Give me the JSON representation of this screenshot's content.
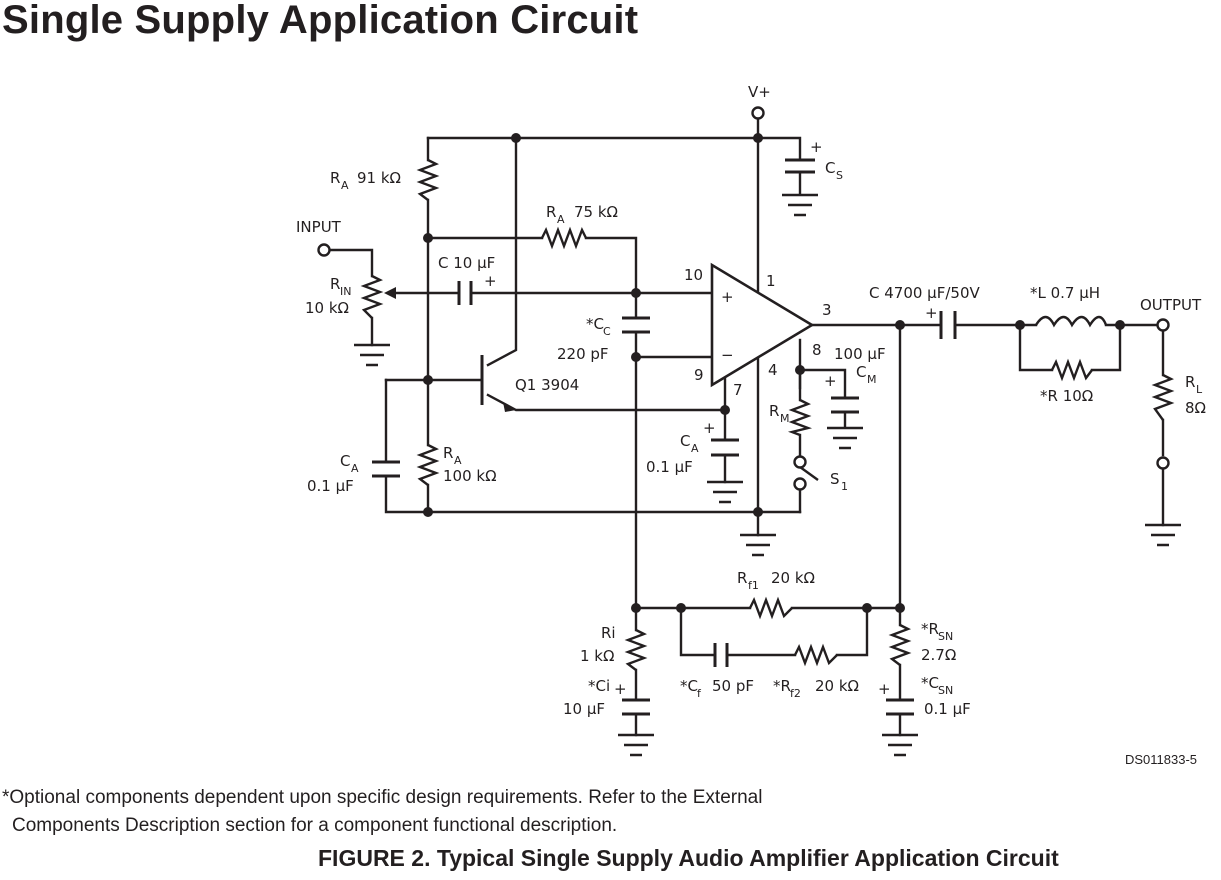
{
  "page_title": "Single Supply Application Circuit",
  "labels": {
    "vplus": "V+",
    "cs": "C",
    "cs_sub": "S",
    "ra_top": "R",
    "ra_top_sub": "A",
    "ra_top_val": "91 kΩ",
    "ra_75": "R",
    "ra_75_sub": "A",
    "ra_75_val": "75 kΩ",
    "input": "INPUT",
    "c10": "C 10 μF",
    "rin": "R",
    "rin_sub": "IN",
    "rin_val": "10 kΩ",
    "cc": "*C",
    "cc_sub": "C",
    "cc_val": "220 pF",
    "pin10": "10",
    "pin1": "1",
    "pin3": "3",
    "pin8": "8",
    "pin9": "9",
    "pin4": "4",
    "pin7": "7",
    "q1": "Q1 3904",
    "c4700": "C 4700 μF/50V",
    "cm_val": "100 μF",
    "cm": "C",
    "cm_sub": "M",
    "l": "*L 0.7 μH",
    "r10": "*R 10Ω",
    "output": "OUTPUT",
    "rl": "R",
    "rl_sub": "L",
    "rl_val": "8Ω",
    "rm": "R",
    "rm_sub": "M",
    "s1": "S",
    "s1_sub": "1",
    "ca_left": "C",
    "ca_left_sub": "A",
    "ca_left_val": "0.1 μF",
    "ra_100": "R",
    "ra_100_sub": "A",
    "ra_100_val": "100 kΩ",
    "ca_mid": "C",
    "ca_mid_sub": "A",
    "ca_mid_val": "0.1 μF",
    "rf1": "R",
    "rf1_sub": "f1",
    "rf1_val": "20 kΩ",
    "ri": "Ri",
    "ri_val": "1 kΩ",
    "ci": "*Ci",
    "ci_val": "10 μF",
    "cf": "*C",
    "cf_sub": "f",
    "cf_val": "50 pF",
    "rf2": "*R",
    "rf2_sub": "f2",
    "rf2_val": "20 kΩ",
    "rsn": "*R",
    "rsn_sub": "SN",
    "rsn_val": "2.7Ω",
    "csn": "*C",
    "csn_sub": "SN",
    "csn_val": "0.1 μF",
    "plus": "+",
    "minus": "−"
  },
  "drawing_id": "DS011833-5",
  "footnote_line1": "*Optional components dependent upon specific design requirements. Refer to the External",
  "footnote_line2": "Components Description section for a component functional description.",
  "caption": "FIGURE 2. Typical Single Supply Audio Amplifier Application Circuit"
}
